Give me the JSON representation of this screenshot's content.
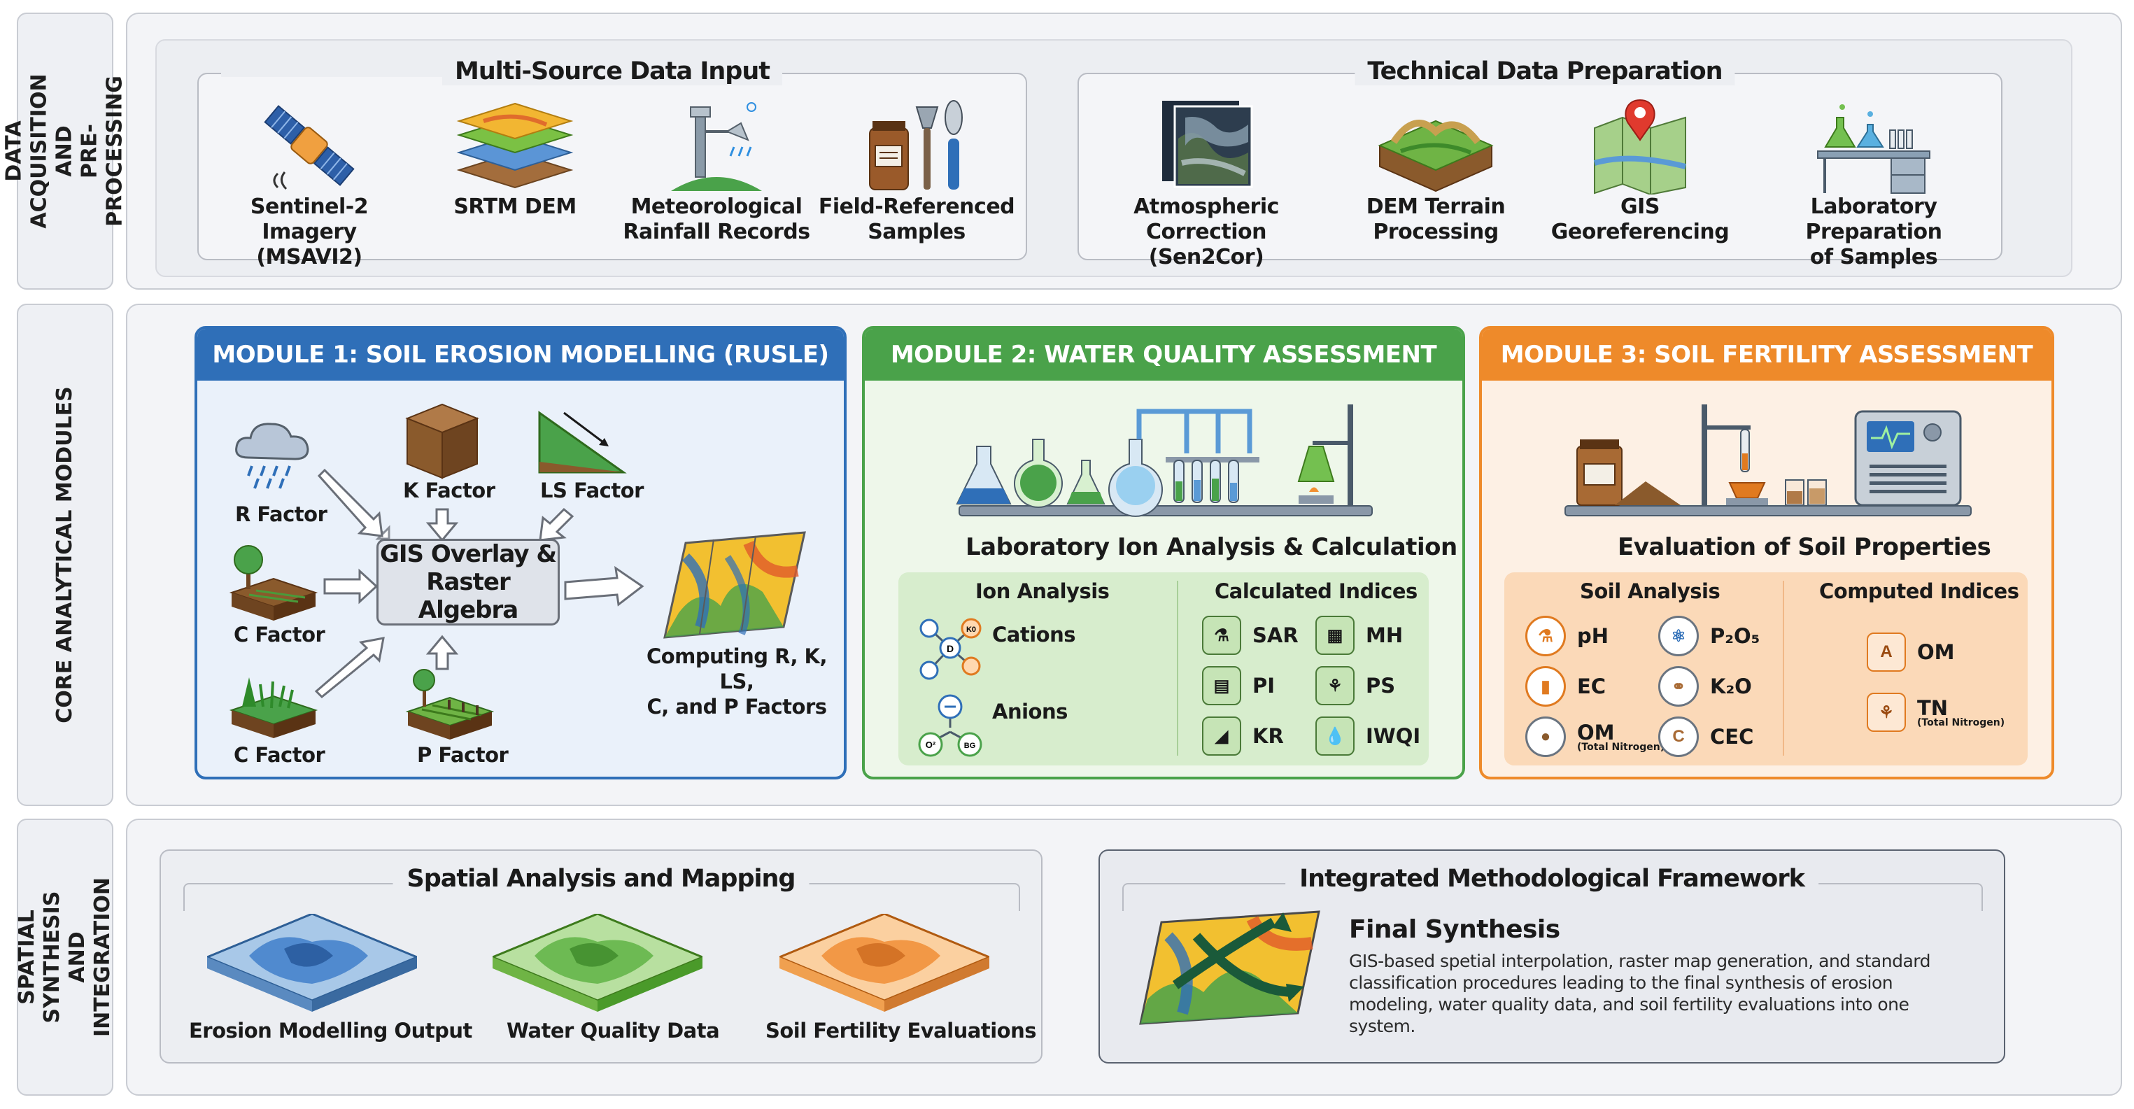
{
  "bands": {
    "acquisition": "DATA ACQUISITION AND\nPRE-PROCESSING",
    "core": "CORE ANALYTICAL MODULES",
    "spatial": "SPATIAL SYNTHESIS\nAND INTEGRATION"
  },
  "multi_source": {
    "title": "Multi-Source Data Input",
    "items": [
      {
        "label": "Sentinel-2 Imagery\n(MSAVI2)",
        "icon": "satellite-icon"
      },
      {
        "label": "SRTM DEM",
        "icon": "layers-icon"
      },
      {
        "label": "Meteorological\nRainfall Records",
        "icon": "rain-gauge-icon"
      },
      {
        "label": "Field-Referenced\nSamples",
        "icon": "sample-tools-icon"
      }
    ]
  },
  "technical": {
    "title": "Technical Data Preparation",
    "items": [
      {
        "label": "Atmospheric Correction\n(Sen2Cor)",
        "icon": "satellite-image-icon"
      },
      {
        "label": "DEM Terrain\nProcessing",
        "icon": "terrain-icon"
      },
      {
        "label": "GIS\nGeoreferencing",
        "icon": "map-pin-icon"
      },
      {
        "label": "Laboratory Preparation\nof Samples",
        "icon": "lab-bench-icon"
      }
    ]
  },
  "module1": {
    "title": "MODULE 1: SOIL EROSION MODELLING (RUSLE)",
    "r_factor": "R Factor",
    "k_factor": "K Factor",
    "ls_factor": "LS Factor",
    "c_factor_1": "C Factor",
    "c_factor_2": "C Factor",
    "p_factor": "P Factor",
    "center": "GIS Overlay &\nRaster Algebra",
    "output": "Computing R, K, LS,\nC, and P Factors",
    "color": "#2f6fb8"
  },
  "module2": {
    "title": "MODULE 2: WATER QUALITY ASSESSMENT",
    "subtitle": "Laboratory Ion Analysis & Calculation",
    "ion_header": "Ion Analysis",
    "cations": "Cations",
    "anions": "Anions",
    "indices_header": "Calculated Indices",
    "indices": [
      "SAR",
      "MH",
      "PI",
      "PS",
      "KR",
      "IWQI"
    ],
    "color": "#4aa24a"
  },
  "module3": {
    "title": "MODULE 3: SOIL FERTILITY ASSESSMENT",
    "subtitle": "Evaluation of Soil Properties",
    "soil_header": "Soil Analysis",
    "soil_items": [
      "pH",
      "P₂O₅",
      "EC",
      "K₂O",
      "OM",
      "CEC"
    ],
    "om_note": "(Total Nitrogen)",
    "computed_header": "Computed Indices",
    "computed": [
      "OM",
      "TN"
    ],
    "tn_note": "(Total Nitrogen)",
    "color": "#ee8a2a"
  },
  "spatial": {
    "title": "Spatial Analysis and Mapping",
    "maps": [
      "Erosion Modelling Output",
      "Water Quality Data",
      "Soil Fertility Evaluations"
    ]
  },
  "framework": {
    "title": "Integrated Methodological Framework",
    "heading": "Final Synthesis",
    "body": "GIS-based spetial interpolation, raster map generation, and standard classification procedures leading to the final synthesis of erosion modeling, water quality data, and soil fertility evaluations into one system."
  }
}
